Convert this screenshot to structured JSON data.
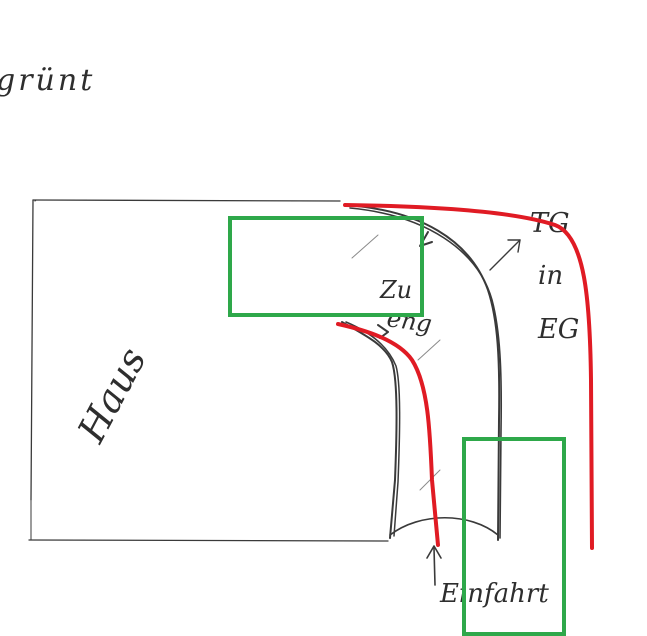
{
  "labels": {
    "top_left": "grünt",
    "house": "Haus",
    "arrow_note_line1": "Zu",
    "arrow_note_line2": "eng",
    "tg_line1": "TG",
    "tg_line2": "in",
    "tg_line3": "EG",
    "entrance": "Einfahrt"
  },
  "colors": {
    "pencil": "#3a3a3a",
    "red_marker": "#e01b24",
    "green_marker": "#2ea84a"
  }
}
